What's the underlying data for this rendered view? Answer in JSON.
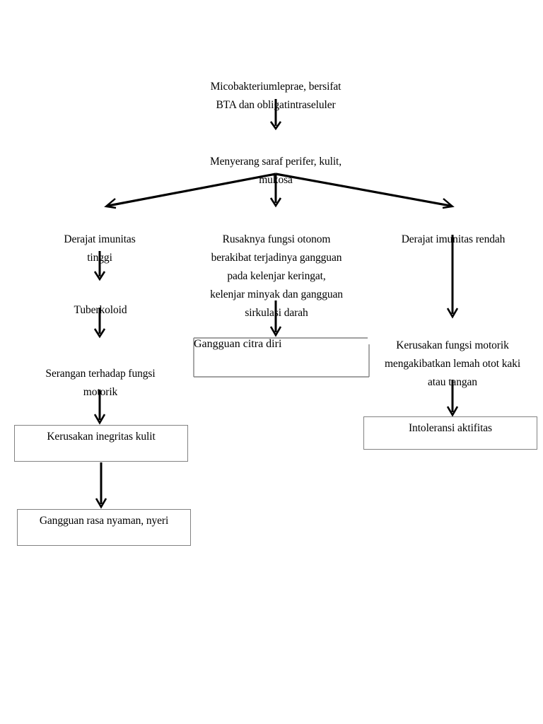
{
  "diagram": {
    "title_text": "",
    "language": "id",
    "colors": {
      "text": "#000000",
      "line": "#000000",
      "box_border": "#828282",
      "background": "#ffffff"
    },
    "nodes": {
      "pathogen": "Micobakteriumleprae, bersifat\nBTA dan obligatintraseluler",
      "attacks": "Menyerang saraf perifer, kulit,\nmukosa",
      "high_immunity": "Derajat imunitas\ntinggi",
      "autonomic_damage": "Rusaknya fungsi otonom\nberakibat terjadinya gangguan\npada kelenjar keringat,\nkelenjar minyak dan gangguan\nsirkulasi darah",
      "low_immunity": "Derajat imunitas rendah",
      "tuberkoloid": "Tuberkoloid",
      "motor_attack": "Serangan terhadap fungsi\nmotorik",
      "motor_damage": "Kerusakan fungsi motorik\nmengakibatkan lemah otot kaki\natau tangan",
      "body_image": "Gangguan citra diri",
      "skin_integrity": "Kerusakan inegritas kulit",
      "comfort_pain": "Gangguan rasa nyaman, nyeri",
      "activity_intolerance": "Intoleransi aktifitas"
    },
    "connectors": [
      {
        "name": "pathogen-to-attacks",
        "kind": "arrow-down"
      },
      {
        "name": "attacks-to-branch-left",
        "kind": "arrow-diagonal-left"
      },
      {
        "name": "attacks-to-branch-center",
        "kind": "arrow-down"
      },
      {
        "name": "attacks-to-branch-right",
        "kind": "arrow-diagonal-right"
      },
      {
        "name": "high-immunity-to-tuberkoloid",
        "kind": "arrow-down"
      },
      {
        "name": "tuberkoloid-to-motor-attack",
        "kind": "arrow-down"
      },
      {
        "name": "motor-attack-to-skin-integrity",
        "kind": "arrow-down"
      },
      {
        "name": "skin-integrity-to-comfort-pain",
        "kind": "arrow-down"
      },
      {
        "name": "autonomic-to-body-image",
        "kind": "arrow-down"
      },
      {
        "name": "low-immunity-to-motor-damage",
        "kind": "arrow-down"
      },
      {
        "name": "motor-damage-to-activity-intolerance",
        "kind": "arrow-down"
      }
    ]
  }
}
